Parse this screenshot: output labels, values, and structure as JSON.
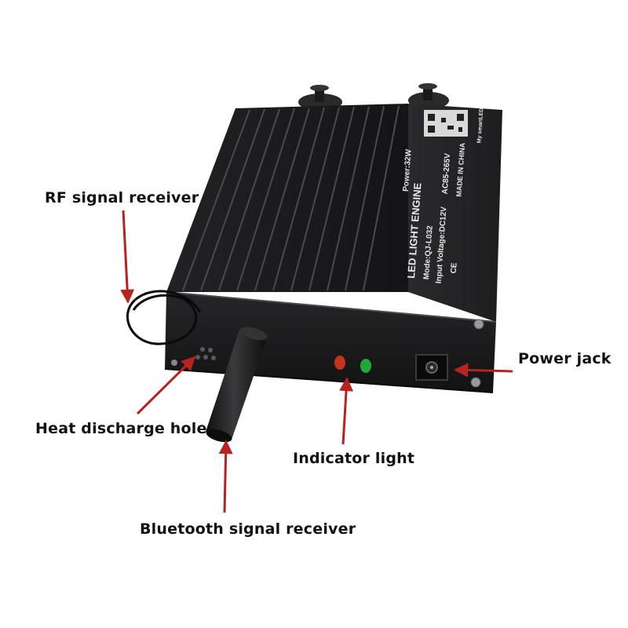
{
  "labels": {
    "rf_receiver": "RF signal receiver",
    "heat_hole": "Heat  discharge  hole",
    "bluetooth_receiver": "Bluetooth signal receiver",
    "indicator_light": "Indicator light",
    "power_jack": "Power  jack"
  },
  "device": {
    "title": "LED LIGHT ENGINE",
    "model": "Mode:QJ-L032",
    "power": "Power:32W",
    "input_voltage": "Input Voltage:DC12V",
    "ac_range": "AC85-265V",
    "made_in": "MADE IN CHINA",
    "cert": "CE",
    "brand": "My smartLED"
  },
  "colors": {
    "arrow": "#b8231f",
    "case": "#1b1b1d",
    "indicator_red": "#c8321e",
    "indicator_green": "#22a83a"
  }
}
